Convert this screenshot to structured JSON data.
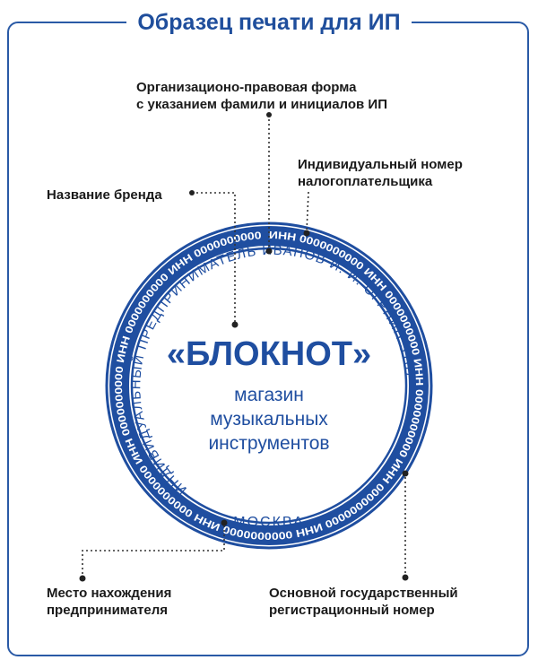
{
  "title": "Образец печати для ИП",
  "labels": {
    "legal_form": "Организационо-правовая форма\nс указанием фамили и инициалов ИП",
    "tax_number": "Индивидуальный номер\nналогоплательщика",
    "brand_name": "Название бренда",
    "location": "Место нахождения\nпредпринимателя",
    "ogrnip": "Основной государственный\nрегистрационный номер"
  },
  "stamp": {
    "color": "#1f4ea0",
    "outer_ring_text": "ИНН 0000000000 ИНН 0000000000 ИНН 0000000000 ИНН 0000000000 ИНН 0000000000 ИНН 0000000000 ИНН 0000000000 ИНН 0000000000 ИНН 0000000000",
    "inner_arc_text": "ИНДИВИДУАЛЬНЫЙ ПРЕДПРИНИМАТЕЛЬ ИВАНОВ И. И. ОГРНИП 310774600000000",
    "city": "МОСКВА",
    "brand": "«БЛОКНОТ»",
    "brand_tagline_1": "магазин",
    "brand_tagline_2": "музыкальных",
    "brand_tagline_3": "инструментов"
  }
}
